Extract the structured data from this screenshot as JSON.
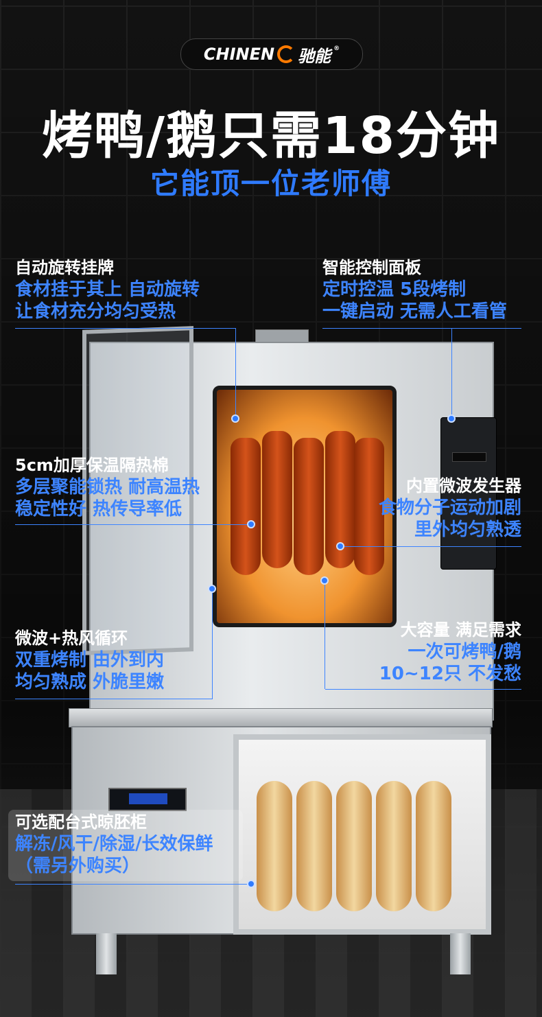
{
  "brand": {
    "name": "CHINEN",
    "cn": "驰能",
    "reg": "®"
  },
  "headline": "烤鸭/鹅只需18分钟",
  "subline": "它能顶一位老师傅",
  "callouts": {
    "rotate": {
      "title": "自动旋转挂牌",
      "line1": "食材挂于其上 自动旋转",
      "line2": "让食材充分均匀受热"
    },
    "panel": {
      "title": "智能控制面板",
      "line1": "定时控温 5段烤制",
      "line2": "一键启动 无需人工看管"
    },
    "insulation": {
      "title": "5cm加厚保温隔热棉",
      "line1": "多层聚能锁热 耐高温热",
      "line2": "稳定性好 热传导率低"
    },
    "microwave": {
      "title": "内置微波发生器",
      "line1": "食物分子运动加剧",
      "line2": "里外均匀熟透"
    },
    "circulation": {
      "title": "微波+热风循环",
      "line1": "双重烤制 由外到内",
      "line2": "均匀熟成 外脆里嫩"
    },
    "capacity": {
      "title": "大容量 满足需求",
      "line1": "一次可烤鸭/鹅",
      "line2": "10~12只 不发愁"
    },
    "cabinet": {
      "title": "可选配台式晾胚柜",
      "line1": "解冻/风干/除湿/长效保鲜",
      "line2": "（需另外购买）"
    }
  },
  "colors": {
    "accent": "#2f7bff",
    "logo_mark": "#ff7a00"
  }
}
